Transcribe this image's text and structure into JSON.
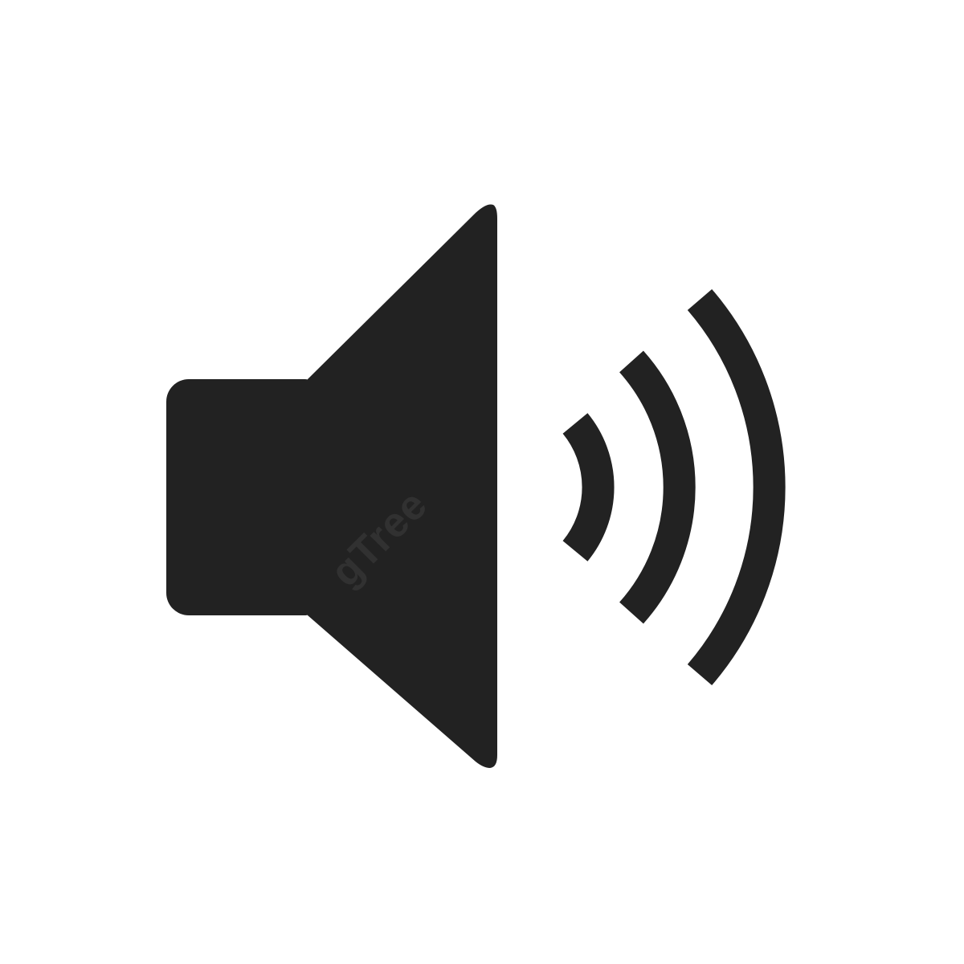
{
  "icon": {
    "name": "speaker-volume-high",
    "fill_color": "#222222",
    "background_color": "#ffffff",
    "sound_wave_count": 3
  },
  "watermark": {
    "text": "gTree"
  }
}
